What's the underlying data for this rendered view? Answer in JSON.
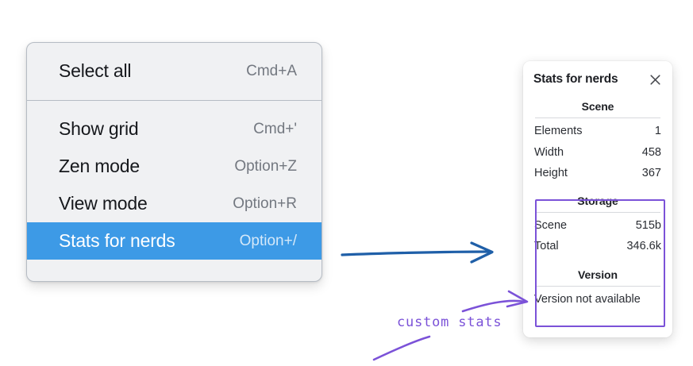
{
  "context_menu": {
    "name": "canvas-context-menu",
    "sections": [
      {
        "items": [
          {
            "label": "Select all",
            "shortcut": "Cmd+A",
            "selected": false,
            "name": "select-all"
          }
        ]
      },
      {
        "items": [
          {
            "label": "Show grid",
            "shortcut": "Cmd+'",
            "selected": false,
            "name": "show-grid"
          },
          {
            "label": "Zen mode",
            "shortcut": "Option+Z",
            "selected": false,
            "name": "zen-mode"
          },
          {
            "label": "View mode",
            "shortcut": "Option+R",
            "selected": false,
            "name": "view-mode"
          },
          {
            "label": "Stats for nerds",
            "shortcut": "Option+/",
            "selected": true,
            "name": "stats-for-nerds"
          }
        ]
      }
    ],
    "highlight_color": "#3d9ae6"
  },
  "stats_panel": {
    "title": "Stats for nerds",
    "close_label": "×",
    "sections": [
      {
        "heading": "Scene",
        "rows": [
          {
            "key": "Elements",
            "value": "1"
          },
          {
            "key": "Width",
            "value": "458"
          },
          {
            "key": "Height",
            "value": "367"
          }
        ]
      },
      {
        "heading": "Storage",
        "rows": [
          {
            "key": "Scene",
            "value": "515b"
          },
          {
            "key": "Total",
            "value": "346.6k"
          }
        ]
      },
      {
        "heading": "Version",
        "note": "Version not available"
      }
    ]
  },
  "annotations": {
    "label": "custom stats",
    "color": "#7b52d8",
    "arrow_color": "#1f5fa8"
  }
}
